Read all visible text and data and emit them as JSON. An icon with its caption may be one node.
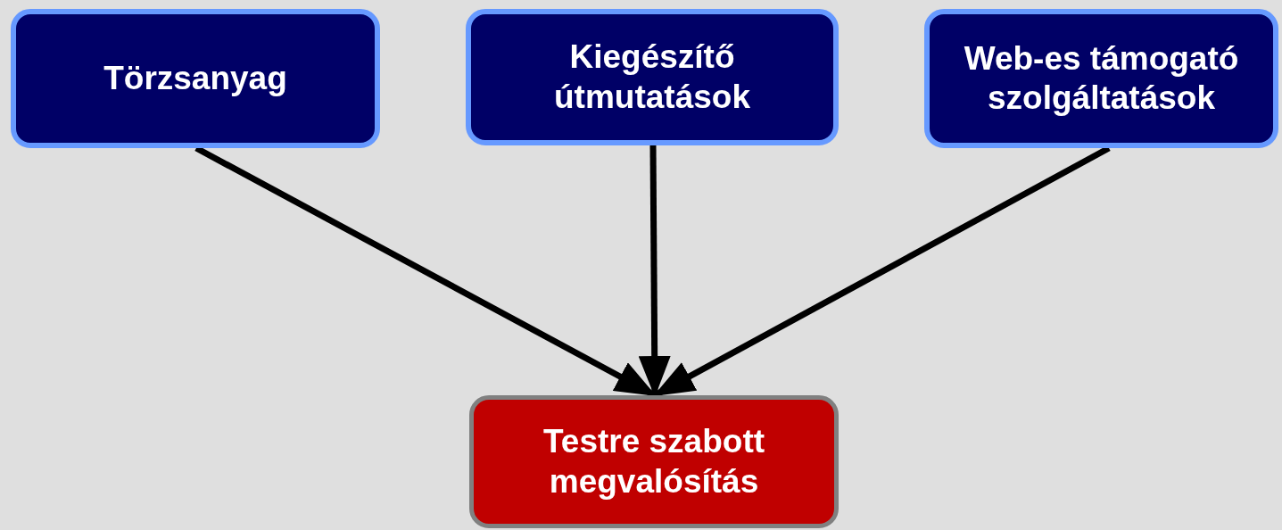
{
  "diagram": {
    "nodes": [
      {
        "text": [
          "Törzsanyag"
        ]
      },
      {
        "text": [
          "Kiegészítő útmutatások"
        ]
      },
      {
        "text": [
          "Web-es támogató szolgáltatások"
        ]
      },
      {
        "text": [
          "Testre szabott megvalósítás"
        ]
      }
    ],
    "edges": [
      {
        "from": 0,
        "to": 3,
        "arrow": "to"
      },
      {
        "from": 1,
        "to": 3,
        "arrow": "to"
      },
      {
        "from": 2,
        "to": 3,
        "arrow": "to"
      }
    ]
  }
}
